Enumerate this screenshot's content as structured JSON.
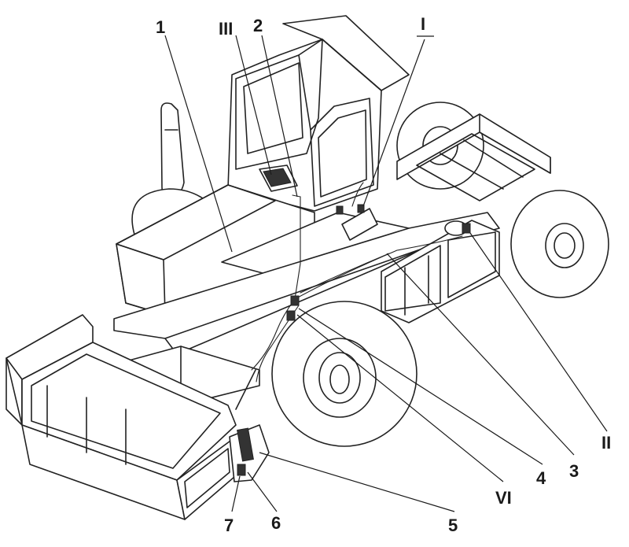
{
  "figure": {
    "callouts": [
      {
        "id": "c1",
        "text": "1"
      },
      {
        "id": "cIII",
        "text": "III"
      },
      {
        "id": "c2",
        "text": "2"
      },
      {
        "id": "cI",
        "text": "I"
      },
      {
        "id": "cII",
        "text": "II"
      },
      {
        "id": "c3",
        "text": "3"
      },
      {
        "id": "c4",
        "text": "4"
      },
      {
        "id": "cVI",
        "text": "VI"
      },
      {
        "id": "c5",
        "text": "5"
      },
      {
        "id": "c6",
        "text": "6"
      },
      {
        "id": "c7",
        "text": "7"
      }
    ]
  }
}
